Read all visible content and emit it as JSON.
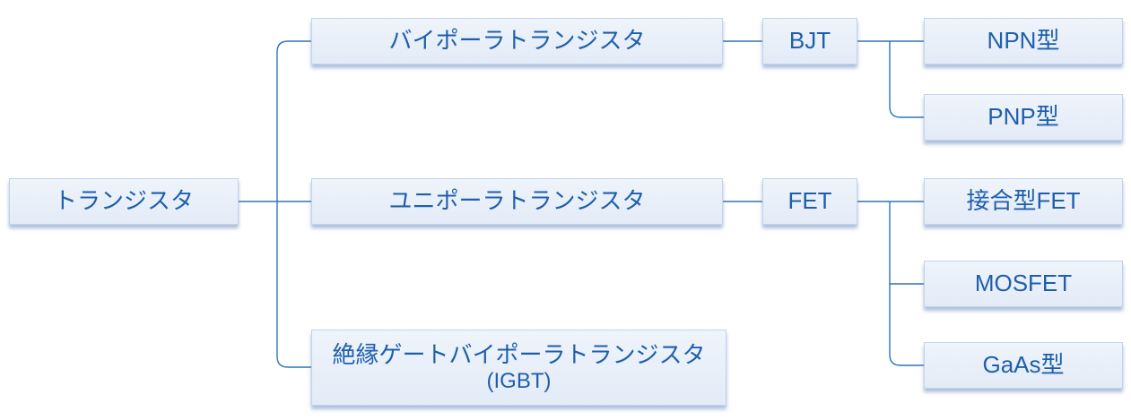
{
  "diagram_title": "transistor-classification-tree",
  "nodes": {
    "root": "トランジスタ",
    "bipolar": "バイポーラトランジスタ",
    "unipolar": "ユニポーラトランジスタ",
    "igbt_line1": "絶縁ゲートバイポーラトランジスタ",
    "igbt_line2": "(IGBT)",
    "bjt": "BJT",
    "fet": "FET",
    "npn": "NPN型",
    "pnp": "PNP型",
    "junction_fet": "接合型FET",
    "mosfet": "MOSFET",
    "gaas": "GaAs型"
  },
  "colors": {
    "connector": "#2e75b6",
    "box_fill_top": "#eff4fb",
    "box_fill_bottom": "#e3ebf7",
    "box_border": "#c3d3ea",
    "text": "#1e5fad"
  }
}
